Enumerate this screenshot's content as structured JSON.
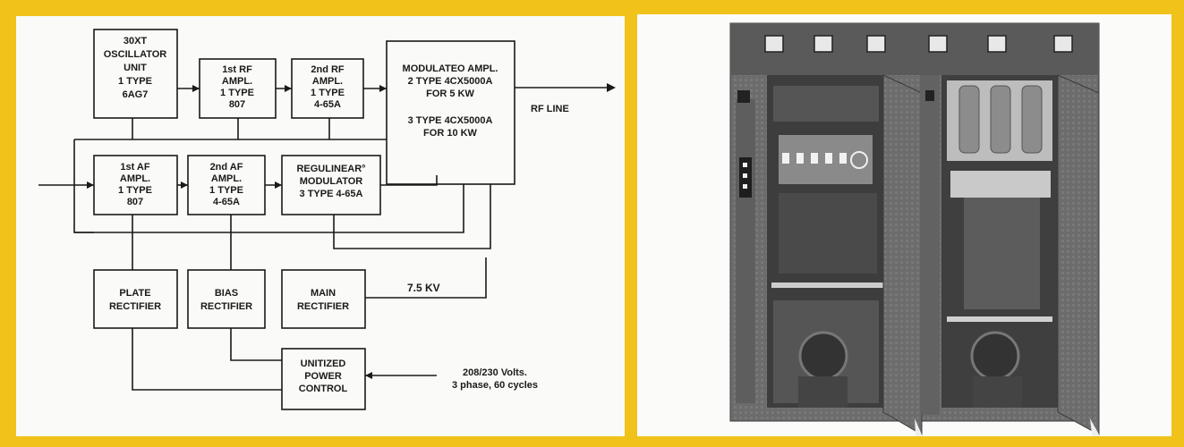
{
  "blocks": {
    "osc": [
      "30XT",
      "OSCILLATOR",
      "UNIT",
      "1 TYPE",
      "6AG7"
    ],
    "rf1": [
      "1st RF",
      "AMPL.",
      "1 TYPE",
      "807"
    ],
    "rf2": [
      "2nd RF",
      "AMPL.",
      "1 TYPE",
      "4-65A"
    ],
    "mod": [
      "MODULATEO AMPL.",
      "2 TYPE 4CX5000A",
      "FOR 5 KW",
      "",
      "3 TYPE 4CX5000A",
      "FOR 10 KW"
    ],
    "af1": [
      "1st AF",
      "AMPL.",
      "1 TYPE",
      "807"
    ],
    "af2": [
      "2nd AF",
      "AMPL.",
      "1 TYPE",
      "4-65A"
    ],
    "regu": [
      "REGULINEAR°",
      "MODULATOR",
      "3 TYPE 4-65A"
    ],
    "plate": [
      "PLATE",
      "RECTIFIER"
    ],
    "bias": [
      "BIAS",
      "RECTIFIER"
    ],
    "main": [
      "MAIN",
      "RECTIFIER"
    ],
    "unit": [
      "UNITIZED",
      "POWER",
      "CONTROL"
    ]
  },
  "labels": {
    "rf_line": "RF LINE",
    "kv": "7.5 KV",
    "supply_1": "208/230 Volts.",
    "supply_2": "3 phase, 60 cycles"
  },
  "colors": {
    "frame": "#f0c21a",
    "cabinet": "#6e6e6e",
    "line": "#1a1a1a"
  }
}
